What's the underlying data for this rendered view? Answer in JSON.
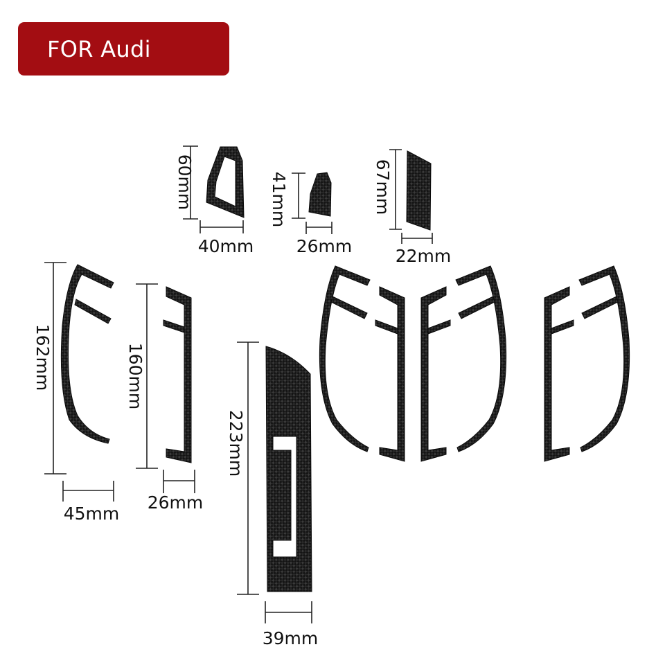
{
  "badge": {
    "text": "FOR Audi",
    "color": "#a30d12"
  },
  "material": "carbon fiber",
  "dimensions": {
    "small_a": {
      "height": "60mm",
      "width": "40mm"
    },
    "small_b": {
      "height": "41mm",
      "width": "26mm"
    },
    "small_c": {
      "height": "67mm",
      "width": "22mm"
    },
    "frame_a": {
      "height": "162mm",
      "width": "45mm"
    },
    "frame_b": {
      "height": "160mm",
      "width": "26mm"
    },
    "panel": {
      "height": "223mm",
      "width": "39mm"
    }
  }
}
